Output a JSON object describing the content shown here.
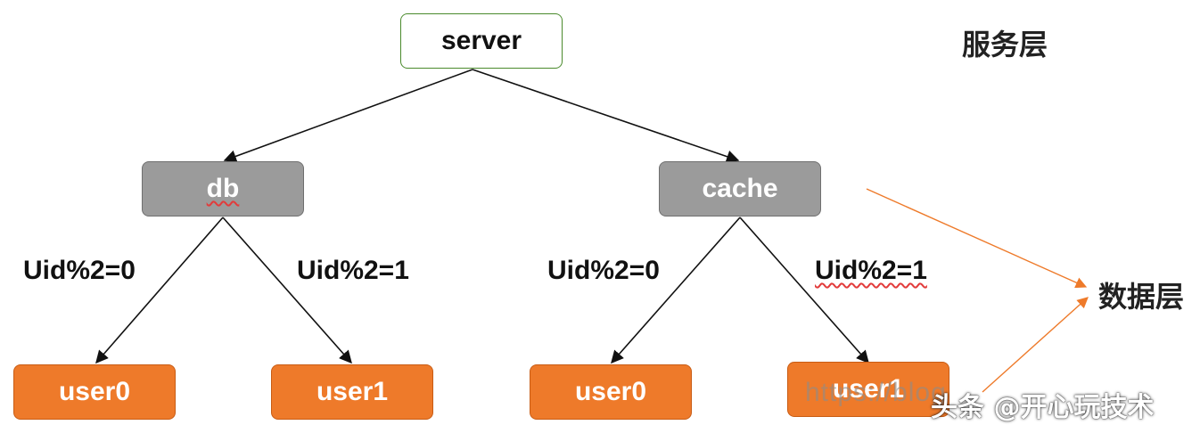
{
  "diagram": {
    "nodes": {
      "server": "server",
      "db": "db",
      "cache": "cache",
      "db_user0": "user0",
      "db_user1": "user1",
      "cache_user0": "user0",
      "cache_user1": "user1"
    },
    "edge_labels": {
      "db_left": "Uid%2=0",
      "db_right": "Uid%2=1",
      "cache_left": "Uid%2=0",
      "cache_right": "Uid%2=1"
    },
    "layers": {
      "service": "服务层",
      "data": "数据层"
    },
    "colors": {
      "service_border": "#4a8a2c",
      "store_fill": "#9b9b9b",
      "user_fill": "#ee7a2a",
      "annotation_arrow": "#ee7a2a"
    }
  },
  "watermark": {
    "url": "https://blog",
    "brand": "头条 @开心玩技术"
  }
}
